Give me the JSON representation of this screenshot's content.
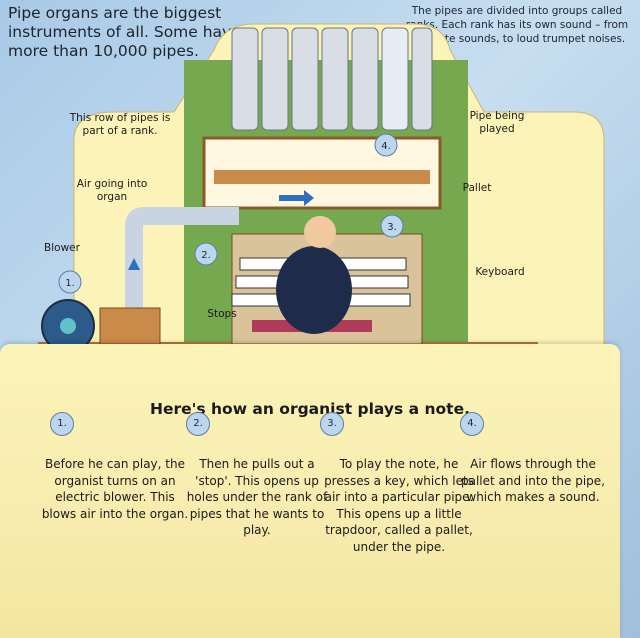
{
  "intro_text": "Pipe organs are the biggest instruments of all. Some have more than 10,000 pipes.",
  "ranks_text": "The pipes are divided into groups called ranks. Each rank has its own sound – from soft flute sounds, to loud trumpet noises.",
  "labels": {
    "rank_row": "This row of pipes is part of a rank.",
    "air_going": "Air going into organ",
    "blower": "Blower",
    "stops": "Stops",
    "pipe_played": "Pipe being played",
    "pallet": "Pallet",
    "keyboard": "Keyboard"
  },
  "markers": [
    "1.",
    "2.",
    "3.",
    "4."
  ],
  "heading": "Here's how an organist plays a note.",
  "steps": [
    {
      "number": "1.",
      "text": "Before he can play, the organist turns on an electric blower. This blows air into the organ."
    },
    {
      "number": "2.",
      "text": "Then he pulls out a 'stop'. This opens up holes under the rank of pipes that he wants to play."
    },
    {
      "number": "3.",
      "text": "To play the note, he presses a key, which lets air into a particular pipe. This opens up a little trapdoor, called a pallet, under the pipe."
    },
    {
      "number": "4.",
      "text": "Air flows through the pallet and into the pipe, which makes a sound."
    }
  ],
  "colors": {
    "card": "#fbf3b8",
    "panel_green": "#76a94f",
    "pipe_silver": "#d9dee6",
    "arrow_blue": "#2f6fc1",
    "wood": "#b5773a",
    "badge_fill": "#bcd6ee"
  }
}
